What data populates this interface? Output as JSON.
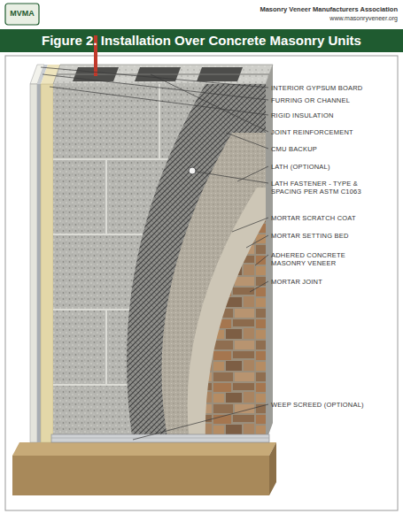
{
  "diagram": {
    "title": "Figure 2. Installation Over Concrete Masonry Units",
    "labels": [
      "MVMA",
      "Masonry Veneer Manufacturers Association",
      "www.masonryveneer.org",
      "INTERIOR GYPSUM BOARD",
      "FURRING OR CHANNEL",
      "RIGID INSULATION",
      "JOINT REINFORCEMENT",
      "CMU BACKUP",
      "LATH (OPTIONAL)",
      "LATH FASTENER - TYPE & SPACING PER ASTM C1063",
      "MORTAR SCRATCH COAT",
      "MORTAR SETTING BED",
      "ADHERED CONCRETE MASONRY VENEER",
      "MORTAR JOINT",
      "WEEP SCREED (OPTIONAL)"
    ]
  }
}
